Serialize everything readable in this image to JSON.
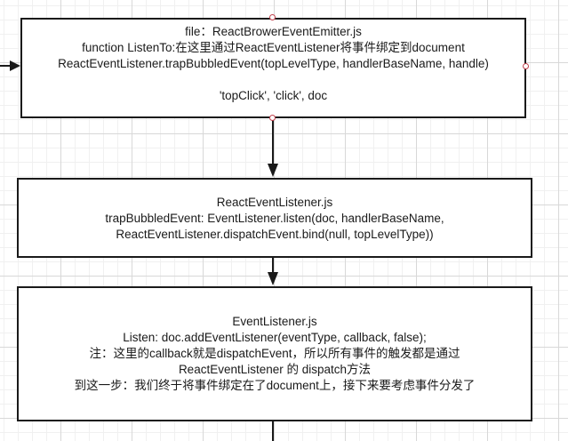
{
  "nodes": [
    {
      "id": "react-brower-event-emitter",
      "lines": [
        "file：ReactBrowerEventEmitter.js",
        "function ListenTo:在这里通过ReactEventListener将事件绑定到document",
        "ReactEventListener.trapBubbledEvent(topLevelType, handlerBaseName, handle)",
        "",
        "'topClick', 'click', doc"
      ]
    },
    {
      "id": "react-event-listener",
      "lines": [
        "ReactEventListener.js",
        "trapBubbledEvent: EventListener.listen(doc, handlerBaseName,",
        "ReactEventListener.dispatchEvent.bind(null, topLevelType))"
      ]
    },
    {
      "id": "event-listener",
      "lines": [
        "EventListener.js",
        "Listen: doc.addEventListener(eventType, callback, false);",
        "注：这里的callback就是dispatchEvent，所以所有事件的触发都是通过",
        "ReactEventListener 的 dispatch方法",
        "到这一步：我们终于将事件绑定在了document上，接下来要考虑事件分发了"
      ]
    }
  ],
  "edges": [
    {
      "from": "react-brower-event-emitter",
      "to": "react-event-listener"
    },
    {
      "from": "react-event-listener",
      "to": "event-listener"
    }
  ],
  "colors": {
    "stroke": "#1a1a1a",
    "handle": "#c2404c",
    "grid": "#d8d8d8"
  }
}
